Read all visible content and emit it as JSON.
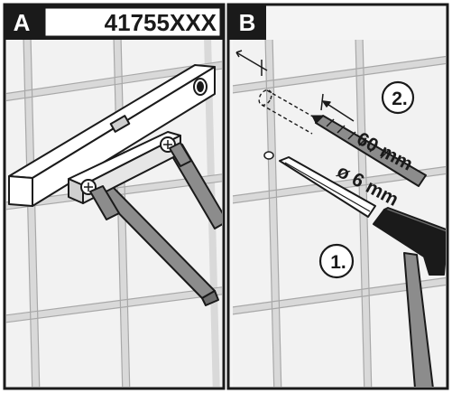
{
  "panels": [
    {
      "label": "A",
      "code": "41755XXX"
    },
    {
      "label": "B"
    }
  ],
  "annotations": {
    "step_1": "1.",
    "step_2": "2.",
    "depth": "60 mm",
    "diameter": "ø 6 mm"
  },
  "colors": {
    "header_bg": "#1a1a1a",
    "border": "#1a1a1a",
    "tile_grout": "#d9d9d9",
    "metal_gray": "#8c8c8c",
    "line_art": "#1a1a1a"
  }
}
